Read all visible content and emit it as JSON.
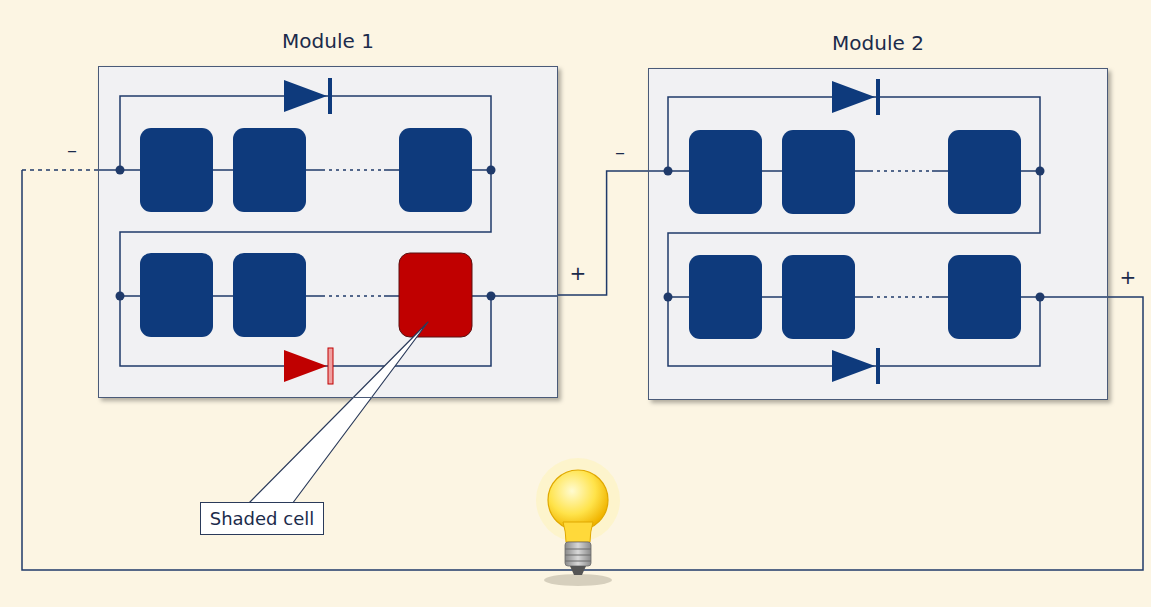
{
  "diagram": {
    "nodes": [
      {
        "text": [
          "Module 1"
        ]
      },
      {
        "text": [
          "Module 2"
        ]
      },
      {
        "text": [
          "Shaded cell"
        ]
      }
    ],
    "edges": [
      {
        "from": 0,
        "to": 1,
        "arrow": "none"
      }
    ],
    "labels": [
      "–",
      "+",
      "–",
      "+"
    ]
  }
}
